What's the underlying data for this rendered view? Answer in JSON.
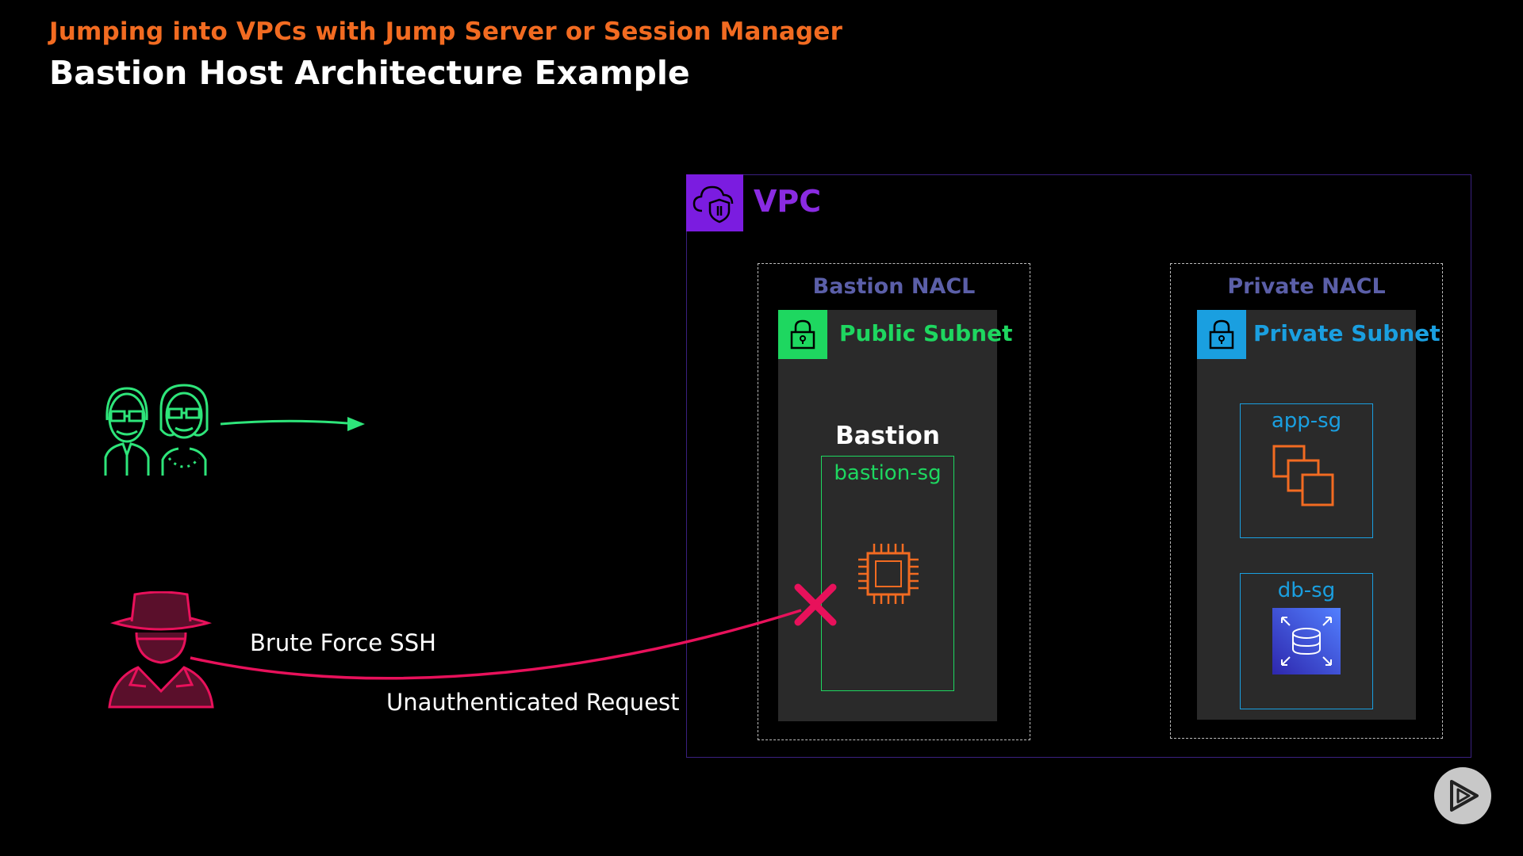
{
  "header": {
    "subtitle": "Jumping into VPCs with Jump Server or Session Manager",
    "title": "Bastion Host Architecture Example"
  },
  "vpc": {
    "label": "VPC",
    "color": "#7b1ce0"
  },
  "bastion_nacl": {
    "label": "Bastion NACL",
    "subnet": {
      "label": "Public Subnet",
      "color": "#1ed760",
      "icon": "lock-icon"
    },
    "instance_label": "Bastion",
    "security_group": "bastion-sg",
    "instance_icon": "ec2-chip-icon"
  },
  "private_nacl": {
    "label": "Private NACL",
    "subnet": {
      "label": "Private Subnet",
      "color": "#1a9fe0",
      "icon": "lock-icon"
    },
    "security_groups": [
      {
        "label": "app-sg",
        "icon": "instances-icon"
      },
      {
        "label": "db-sg",
        "icon": "rds-database-icon"
      }
    ]
  },
  "actors": {
    "users_icon": "users-icon",
    "attacker_icon": "hacker-icon"
  },
  "edges": {
    "attack_label_top": "Brute Force SSH",
    "attack_label_bottom": "Unauthenticated Request",
    "blocked_icon": "blocked-x-icon"
  },
  "colors": {
    "accent_orange": "#f26b21",
    "user_green": "#2ee57a",
    "attack_pink": "#e8115b"
  }
}
